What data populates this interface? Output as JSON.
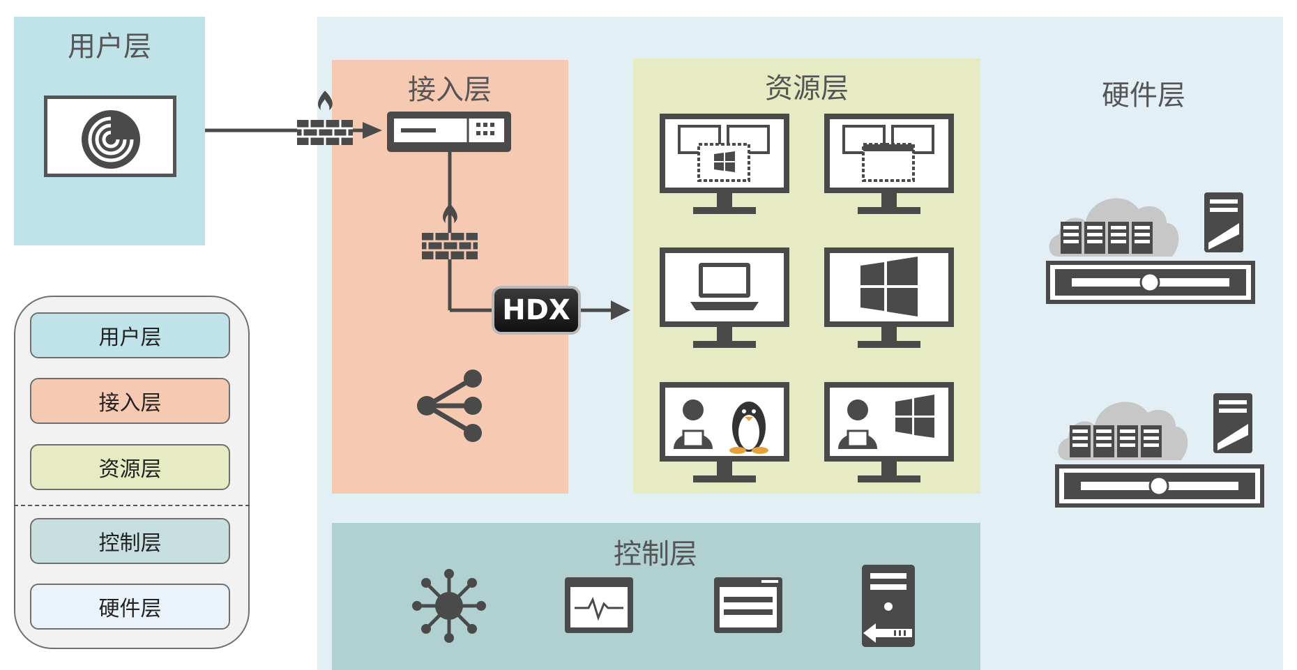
{
  "colors": {
    "user": "#bfe3e8",
    "access": "#f6c9b2",
    "resource": "#e7ebc3",
    "control": "#b1d0d0",
    "hardware": "#e2f0f6",
    "icon": "#555555"
  },
  "layers": {
    "user": "用户层",
    "access": "接入层",
    "resource": "资源层",
    "hardware": "硬件层",
    "control": "控制层"
  },
  "hdx_label": "HDX",
  "legend": [
    {
      "label": "用户层",
      "color": "#bfe3e8"
    },
    {
      "label": "接入层",
      "color": "#f6c9b2"
    },
    {
      "label": "资源层",
      "color": "#e7ebc3"
    },
    {
      "label": "控制层",
      "color": "#c8dfdf"
    },
    {
      "label": "硬件层",
      "color": "#eaf3fa"
    }
  ],
  "icons": {
    "user": "citrix-receiver-icon",
    "access_gateway": "gateway-appliance-icon",
    "firewall": "firewall-icon",
    "load_balancer": "share-icon",
    "resource_desktops": [
      "virtual-desktop-windows-icon",
      "virtual-desktop-icon",
      "laptop-desktop-icon",
      "windows-desktop-icon",
      "linux-user-desktop-icon",
      "windows-user-desktop-icon"
    ],
    "control": [
      "hub-icon",
      "monitor-activity-icon",
      "console-window-icon",
      "server-import-icon"
    ],
    "hardware": [
      "cloud-server-rack-icon",
      "cloud-server-rack-icon"
    ]
  }
}
